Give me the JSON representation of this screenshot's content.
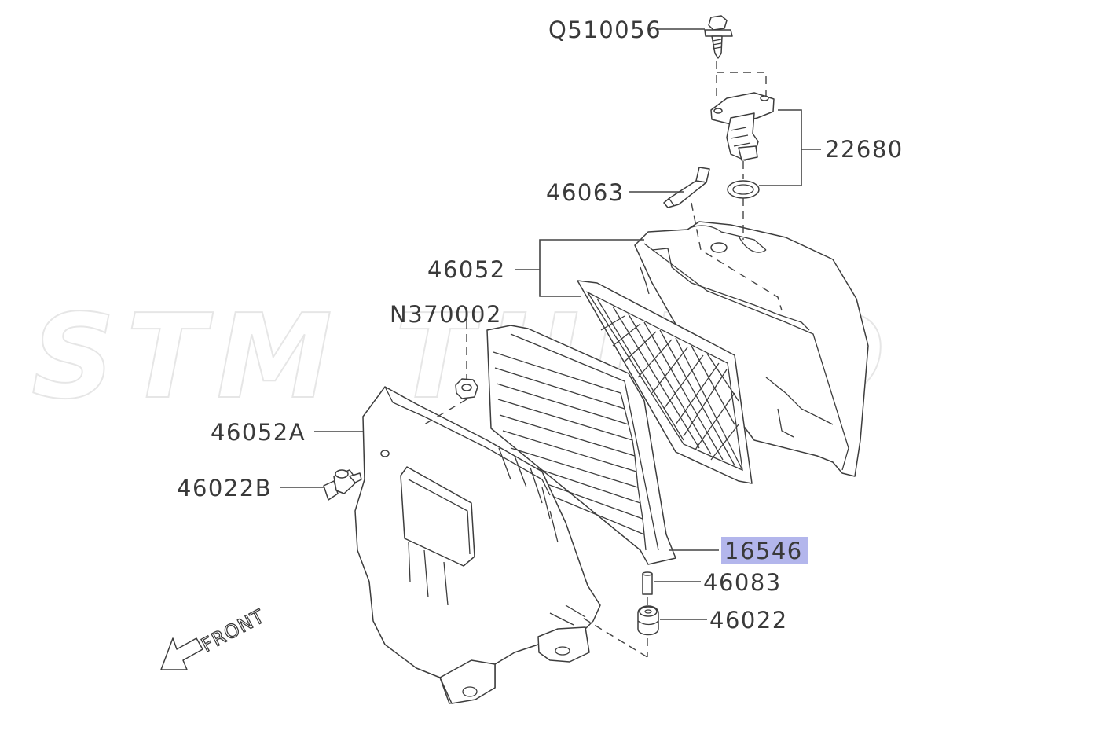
{
  "watermark": "STM TUNED",
  "highlight_color": "#b3b6ec",
  "line_color": "#3a3a3a",
  "front_arrow": {
    "label": "FRONT",
    "icon": "front-direction-arrow-icon"
  },
  "callouts": {
    "q510056": "Q510056",
    "p22680": "22680",
    "p46063": "46063",
    "p46052": "46052",
    "n370002": "N370002",
    "p46052a": "46052A",
    "p46022b": "46022B",
    "p16546": "16546",
    "p46083": "46083",
    "p46022": "46022"
  },
  "highlighted_part": "16546"
}
